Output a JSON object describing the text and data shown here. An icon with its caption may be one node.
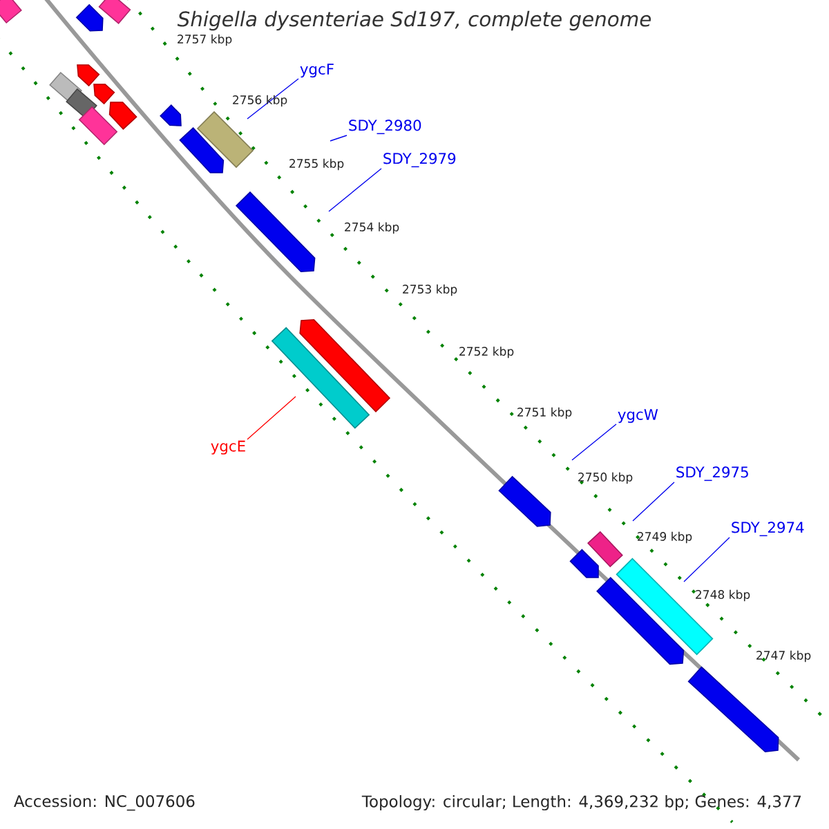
{
  "diagram": {
    "title": "Shigella dysenteriae Sd197, complete genome",
    "nodes": [
      {
        "text": [
          "ygcF"
        ]
      },
      {
        "text": [
          "SDY_2980"
        ]
      },
      {
        "text": [
          "SDY_2979"
        ]
      },
      {
        "text": [
          "ygcE"
        ]
      },
      {
        "text": [
          "ygcW"
        ]
      },
      {
        "text": [
          "SDY_2975"
        ]
      },
      {
        "text": [
          "SDY_2974"
        ]
      }
    ],
    "edges": [
      {
        "from": 0,
        "to": null,
        "arrow": "none"
      },
      {
        "from": 1,
        "to": null,
        "arrow": "none"
      },
      {
        "from": 2,
        "to": null,
        "arrow": "none"
      },
      {
        "from": 3,
        "to": null,
        "arrow": "none",
        "color": "#ff0000"
      },
      {
        "from": 4,
        "to": null,
        "arrow": "none"
      },
      {
        "from": 5,
        "to": null,
        "arrow": "none"
      },
      {
        "from": 6,
        "to": null,
        "arrow": "none"
      }
    ],
    "labels": [
      "2757 kbp",
      "2756 kbp",
      "2755 kbp",
      "2754 kbp",
      "2753 kbp",
      "2752 kbp",
      "2751 kbp",
      "2750 kbp",
      "2749 kbp",
      "2748 kbp",
      "2747 kbp",
      "Accession: NC_007606",
      "Topology: circular; Length: 4,369,232 bp; Genes: 4,377"
    ]
  }
}
